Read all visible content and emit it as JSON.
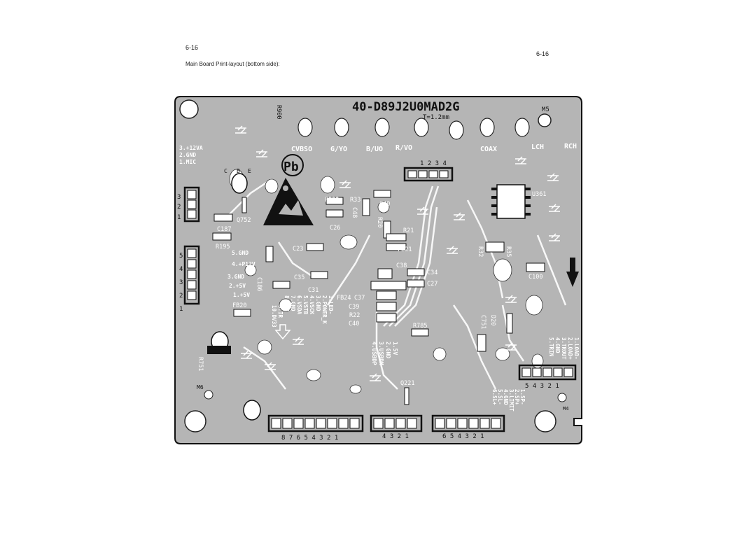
{
  "page_number_left": "6-16",
  "page_number_right": "6-16",
  "caption": "Main Board Print-layout (bottom side):",
  "board": {
    "part_number": "40-D89J2U0MAD2G",
    "thickness": "T=1.2mm",
    "lead_free_mark": "Pb",
    "mount_holes": [
      "M5",
      "M6",
      "M4"
    ],
    "connector_labels": [
      "CVBSO",
      "G/YO",
      "B/UO",
      "R/VO",
      "COAX",
      "LCH",
      "RCH"
    ],
    "pin_headers": {
      "top": "1 2 3 4",
      "bottom_a": "8 7 6 5 4 3 2 1",
      "bottom_b": "4 3 2 1",
      "bottom_c": "6 5 4 3 2 1",
      "right": "5 4 3 2 1"
    },
    "pin_defs": {
      "mic": [
        "3.+12VA",
        "2.GND",
        "1.MIC"
      ],
      "power_a": [
        "5.GND",
        "4.+P12V"
      ],
      "power_b": [
        "3.GND",
        "2.+5V",
        "1.+5V"
      ],
      "panel": [
        "1.LED-",
        "2.POWER_K",
        "3.GND",
        "4.VSCK",
        "5.VSTB",
        "6.VSDA",
        "7.GND",
        "8.M5V",
        "9.IR",
        "10.DV33"
      ],
      "usb": [
        "1.5V",
        "2.GND",
        "3.USBDM",
        "4.USBDP"
      ],
      "loader": [
        "1.LOAD-",
        "2.LOAD+",
        "3.TROUT",
        "4.GND",
        "5.TRIN"
      ],
      "sl": [
        "1.SP-",
        "2.SP+",
        "3.LIMIT",
        "4.GND",
        "5.SL-",
        "6.SL+"
      ]
    },
    "side_pins": {
      "left_a": [
        "3",
        "2",
        "1"
      ],
      "left_b": [
        "5",
        "4",
        "3",
        "2",
        "1"
      ]
    },
    "components": [
      "R900",
      "Q752",
      "C187",
      "R195",
      "R194",
      "C186",
      "FB20",
      "FB22",
      "C26",
      "C48",
      "R33",
      "C49",
      "R20",
      "R21",
      "FB21",
      "C38",
      "C23",
      "C35",
      "C31",
      "FB24",
      "C37",
      "C39",
      "R22",
      "C40",
      "C34",
      "C27",
      "R785",
      "Q221",
      "R32",
      "R35",
      "C100",
      "C751",
      "D20",
      "U361",
      "R751"
    ],
    "transistor_pins": [
      "C",
      "B",
      "E"
    ],
    "colors": {
      "board": "#b5b5b5",
      "copper": "#ffffff",
      "silkscreen": "#ffffff",
      "outline": "#111111"
    }
  }
}
